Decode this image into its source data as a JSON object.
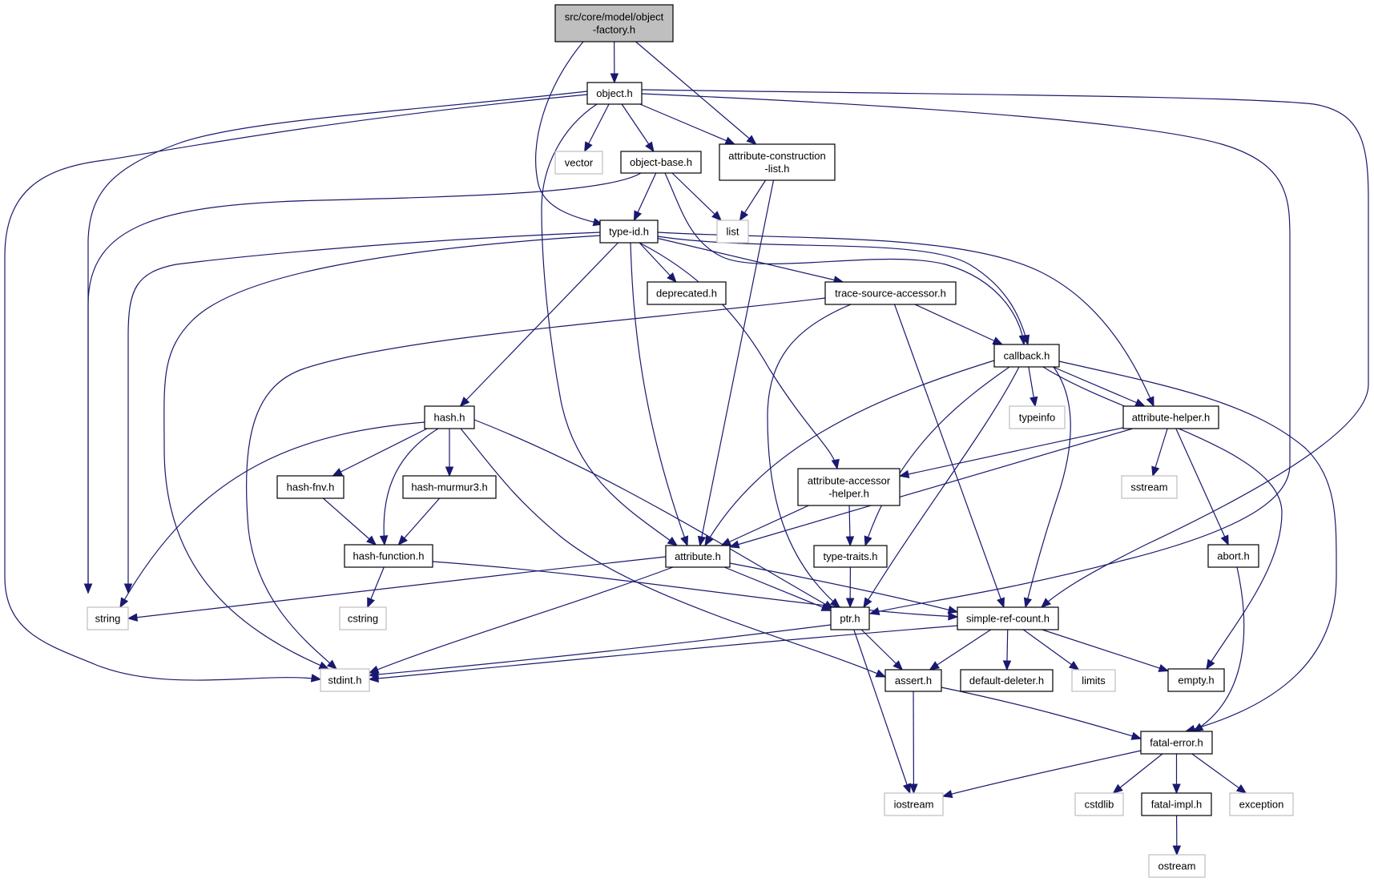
{
  "title": "src/core/model/object-factory.h include dependency graph",
  "colors": {
    "edge": "#191970",
    "root_fill": "#bfbfbf",
    "local_border": "#000000",
    "system_border": "#bfbfbf"
  },
  "nodes": [
    {
      "id": "object-factory",
      "lines": [
        "src/core/model/object",
        "-factory.h"
      ],
      "kind": "root"
    },
    {
      "id": "object",
      "lines": [
        "object.h"
      ],
      "kind": "local"
    },
    {
      "id": "vector",
      "lines": [
        "vector"
      ],
      "kind": "system"
    },
    {
      "id": "object-base",
      "lines": [
        "object-base.h"
      ],
      "kind": "local"
    },
    {
      "id": "attribute-construction-list",
      "lines": [
        "attribute-construction",
        "-list.h"
      ],
      "kind": "local"
    },
    {
      "id": "list",
      "lines": [
        "list"
      ],
      "kind": "system"
    },
    {
      "id": "type-id",
      "lines": [
        "type-id.h"
      ],
      "kind": "local"
    },
    {
      "id": "deprecated",
      "lines": [
        "deprecated.h"
      ],
      "kind": "local"
    },
    {
      "id": "trace-source-accessor",
      "lines": [
        "trace-source-accessor.h"
      ],
      "kind": "local"
    },
    {
      "id": "callback",
      "lines": [
        "callback.h"
      ],
      "kind": "local"
    },
    {
      "id": "typeinfo",
      "lines": [
        "typeinfo"
      ],
      "kind": "system"
    },
    {
      "id": "attribute-helper",
      "lines": [
        "attribute-helper.h"
      ],
      "kind": "local"
    },
    {
      "id": "hash",
      "lines": [
        "hash.h"
      ],
      "kind": "local"
    },
    {
      "id": "hash-fnv",
      "lines": [
        "hash-fnv.h"
      ],
      "kind": "local"
    },
    {
      "id": "hash-murmur3",
      "lines": [
        "hash-murmur3.h"
      ],
      "kind": "local"
    },
    {
      "id": "attribute-accessor-helper",
      "lines": [
        "attribute-accessor",
        "-helper.h"
      ],
      "kind": "local"
    },
    {
      "id": "sstream",
      "lines": [
        "sstream"
      ],
      "kind": "system"
    },
    {
      "id": "abort",
      "lines": [
        "abort.h"
      ],
      "kind": "local"
    },
    {
      "id": "hash-function",
      "lines": [
        "hash-function.h"
      ],
      "kind": "local"
    },
    {
      "id": "attribute",
      "lines": [
        "attribute.h"
      ],
      "kind": "local"
    },
    {
      "id": "type-traits",
      "lines": [
        "type-traits.h"
      ],
      "kind": "local"
    },
    {
      "id": "string",
      "lines": [
        "string"
      ],
      "kind": "system"
    },
    {
      "id": "cstring",
      "lines": [
        "cstring"
      ],
      "kind": "system"
    },
    {
      "id": "ptr",
      "lines": [
        "ptr.h"
      ],
      "kind": "local"
    },
    {
      "id": "simple-ref-count",
      "lines": [
        "simple-ref-count.h"
      ],
      "kind": "local"
    },
    {
      "id": "stdint",
      "lines": [
        "stdint.h"
      ],
      "kind": "system"
    },
    {
      "id": "assert",
      "lines": [
        "assert.h"
      ],
      "kind": "local"
    },
    {
      "id": "default-deleter",
      "lines": [
        "default-deleter.h"
      ],
      "kind": "local"
    },
    {
      "id": "limits",
      "lines": [
        "limits"
      ],
      "kind": "system"
    },
    {
      "id": "empty",
      "lines": [
        "empty.h"
      ],
      "kind": "local"
    },
    {
      "id": "fatal-error",
      "lines": [
        "fatal-error.h"
      ],
      "kind": "local"
    },
    {
      "id": "iostream",
      "lines": [
        "iostream"
      ],
      "kind": "system"
    },
    {
      "id": "cstdlib",
      "lines": [
        "cstdlib"
      ],
      "kind": "system"
    },
    {
      "id": "fatal-impl",
      "lines": [
        "fatal-impl.h"
      ],
      "kind": "local"
    },
    {
      "id": "exception",
      "lines": [
        "exception"
      ],
      "kind": "system"
    },
    {
      "id": "ostream",
      "lines": [
        "ostream"
      ],
      "kind": "system"
    }
  ],
  "edges": [
    [
      "object-factory",
      "object"
    ],
    [
      "object-factory",
      "type-id"
    ],
    [
      "object-factory",
      "attribute-construction-list"
    ],
    [
      "object",
      "vector"
    ],
    [
      "object",
      "object-base"
    ],
    [
      "object",
      "attribute-construction-list"
    ],
    [
      "object",
      "string"
    ],
    [
      "object",
      "stdint"
    ],
    [
      "object",
      "attribute"
    ],
    [
      "object",
      "ptr"
    ],
    [
      "object",
      "simple-ref-count"
    ],
    [
      "object-base",
      "type-id"
    ],
    [
      "object-base",
      "list"
    ],
    [
      "object-base",
      "string"
    ],
    [
      "object-base",
      "callback"
    ],
    [
      "attribute-construction-list",
      "list"
    ],
    [
      "attribute-construction-list",
      "attribute"
    ],
    [
      "type-id",
      "string"
    ],
    [
      "type-id",
      "stdint"
    ],
    [
      "type-id",
      "hash"
    ],
    [
      "type-id",
      "attribute"
    ],
    [
      "type-id",
      "deprecated"
    ],
    [
      "type-id",
      "attribute-accessor-helper"
    ],
    [
      "type-id",
      "trace-source-accessor"
    ],
    [
      "type-id",
      "callback"
    ],
    [
      "type-id",
      "attribute-helper"
    ],
    [
      "trace-source-accessor",
      "stdint"
    ],
    [
      "trace-source-accessor",
      "ptr"
    ],
    [
      "trace-source-accessor",
      "simple-ref-count"
    ],
    [
      "trace-source-accessor",
      "callback"
    ],
    [
      "callback",
      "attribute"
    ],
    [
      "callback",
      "type-traits"
    ],
    [
      "callback",
      "ptr"
    ],
    [
      "callback",
      "typeinfo"
    ],
    [
      "callback",
      "simple-ref-count"
    ],
    [
      "callback",
      "attribute-helper"
    ],
    [
      "callback",
      "empty"
    ],
    [
      "callback",
      "fatal-error"
    ],
    [
      "attribute-helper",
      "attribute-accessor-helper"
    ],
    [
      "attribute-helper",
      "attribute"
    ],
    [
      "attribute-helper",
      "sstream"
    ],
    [
      "attribute-helper",
      "abort"
    ],
    [
      "hash",
      "string"
    ],
    [
      "hash",
      "hash-fnv"
    ],
    [
      "hash",
      "hash-murmur3"
    ],
    [
      "hash",
      "hash-function"
    ],
    [
      "hash",
      "ptr"
    ],
    [
      "hash",
      "assert"
    ],
    [
      "hash-fnv",
      "hash-function"
    ],
    [
      "hash-murmur3",
      "hash-function"
    ],
    [
      "hash-function",
      "cstring"
    ],
    [
      "hash-function",
      "simple-ref-count"
    ],
    [
      "attribute-accessor-helper",
      "attribute"
    ],
    [
      "attribute-accessor-helper",
      "type-traits"
    ],
    [
      "attribute",
      "string"
    ],
    [
      "attribute",
      "stdint"
    ],
    [
      "attribute",
      "ptr"
    ],
    [
      "attribute",
      "simple-ref-count"
    ],
    [
      "type-traits",
      "ptr"
    ],
    [
      "ptr",
      "stdint"
    ],
    [
      "ptr",
      "assert"
    ],
    [
      "ptr",
      "iostream"
    ],
    [
      "simple-ref-count",
      "stdint"
    ],
    [
      "simple-ref-count",
      "assert"
    ],
    [
      "simple-ref-count",
      "default-deleter"
    ],
    [
      "simple-ref-count",
      "limits"
    ],
    [
      "simple-ref-count",
      "empty"
    ],
    [
      "abort",
      "fatal-error"
    ],
    [
      "assert",
      "iostream"
    ],
    [
      "assert",
      "fatal-error"
    ],
    [
      "fatal-error",
      "iostream"
    ],
    [
      "fatal-error",
      "cstdlib"
    ],
    [
      "fatal-error",
      "fatal-impl"
    ],
    [
      "fatal-error",
      "exception"
    ],
    [
      "fatal-impl",
      "ostream"
    ]
  ]
}
